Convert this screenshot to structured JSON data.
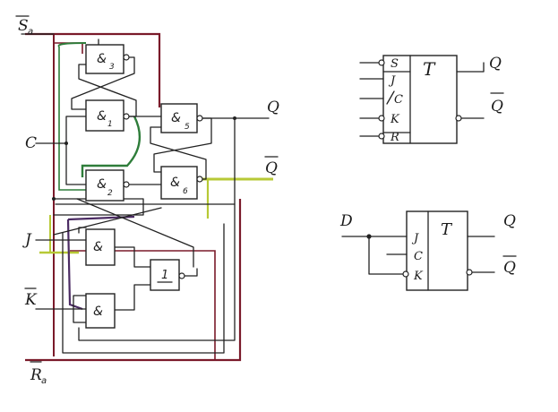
{
  "colors": {
    "ink": "#222222",
    "red": "#7a1a2a",
    "green": "#2e7d3a",
    "yellow_green": "#b7c936",
    "purple": "#4b2b63"
  },
  "left": {
    "inputs": {
      "s_async": "S",
      "s_async_sub": "a",
      "c": "C",
      "j": "J",
      "k": "K",
      "r_async": "R",
      "r_async_sub": "a"
    },
    "outputs": {
      "q": "Q",
      "q_bar": "Q"
    },
    "gates": [
      {
        "symbol": "&",
        "num": "3"
      },
      {
        "symbol": "&",
        "num": "1"
      },
      {
        "symbol": "&",
        "num": "2"
      },
      {
        "symbol": "&",
        "num": "5"
      },
      {
        "symbol": "&",
        "num": "6"
      },
      {
        "symbol": "&",
        "num": ""
      },
      {
        "symbol": "&",
        "num": ""
      },
      {
        "symbol": "1",
        "num": ""
      }
    ]
  },
  "top_right": {
    "pins": [
      "S",
      "J",
      "C",
      "K",
      "R"
    ],
    "name": "T",
    "q": "Q",
    "q_bar": "Q"
  },
  "bottom_right": {
    "input": "D",
    "pins": [
      "J",
      "C",
      "K"
    ],
    "name": "T",
    "q": "Q",
    "q_bar": "Q"
  }
}
